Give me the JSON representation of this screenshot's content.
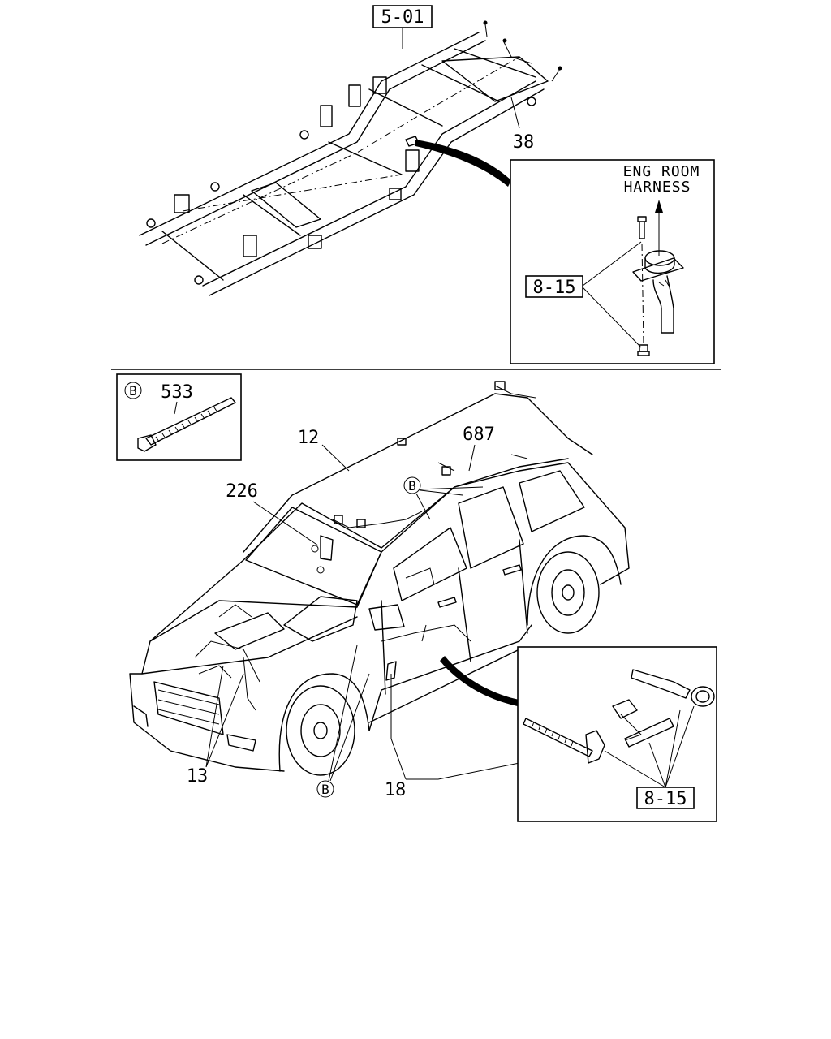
{
  "frame_section": {
    "ref_label": "5-01",
    "part_38": "38"
  },
  "frame_inset": {
    "caption_line1": "ENG ROOM",
    "caption_line2": "HARNESS",
    "ref_label": "8-15"
  },
  "clip_inset": {
    "badge": "B",
    "part_number": "533"
  },
  "vehicle_section": {
    "part_12": "12",
    "part_687": "687",
    "part_226": "226",
    "part_13": "13",
    "part_18": "18",
    "badge_top": "B",
    "badge_bottom": "B"
  },
  "door_inset": {
    "ref_label": "8-15"
  }
}
